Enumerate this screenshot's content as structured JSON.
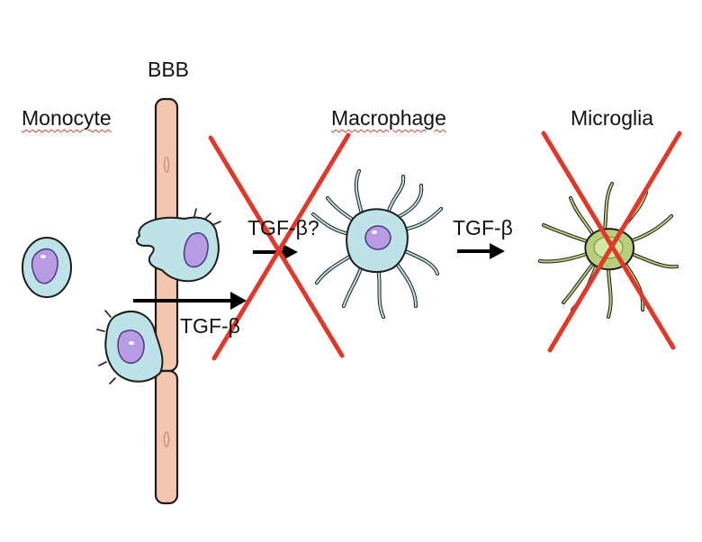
{
  "labels": {
    "bbb": "BBB",
    "monocyte": "Monocyte",
    "macrophage": "Macrophage",
    "microglia": "Microglia",
    "tgf_question": "TGF-β?",
    "tgf_lower": "TGF-β",
    "tgf_right": "TGF-β"
  },
  "colors": {
    "cross": "#e0382b",
    "vessel": "#f3c6ad",
    "cell_body": "#bde3e8",
    "nucleus": "#b79be3",
    "microglia_body": "#b7cf78",
    "arrow": "#000000"
  }
}
